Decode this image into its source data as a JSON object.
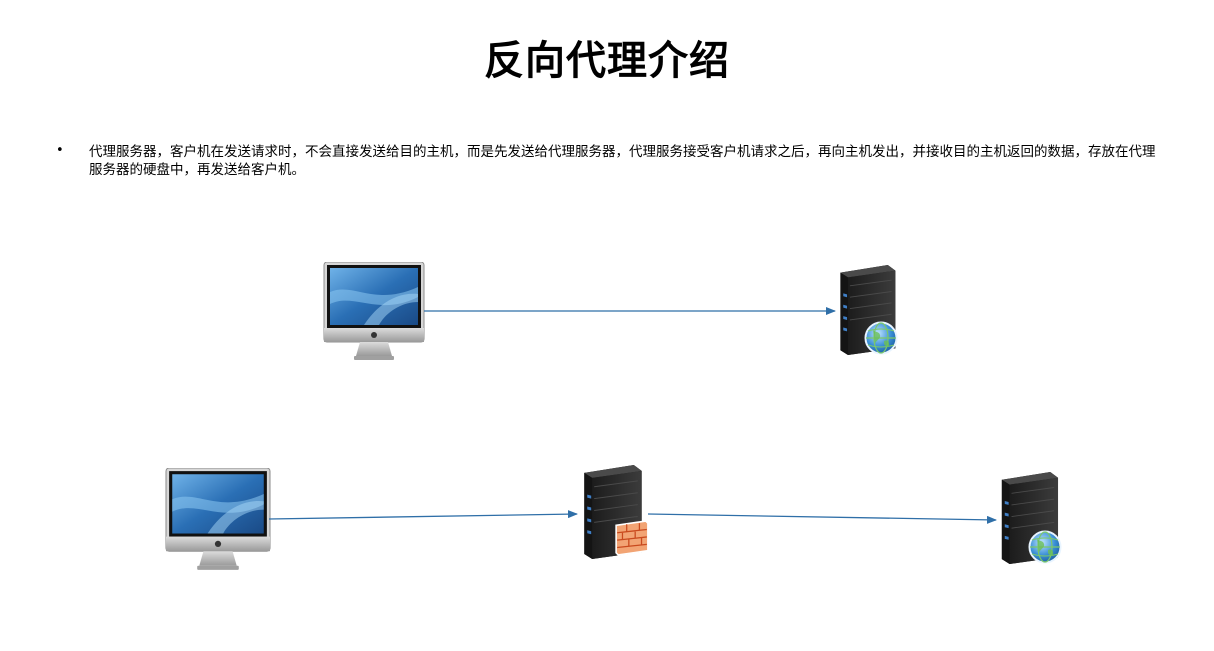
{
  "slide": {
    "title": "反向代理介绍",
    "bullet_marker": "•",
    "bullet_text": "代理服务器，客户机在发送请求时，不会直接发送给目的主机，而是先发送给代理服务器，代理服务接受客户机请求之后，再向主机发出，并接收目的主机返回的数据，存放在代理服务器的硬盘中，再发送给客户机。"
  },
  "diagram": {
    "nodes": [
      {
        "id": "client-top",
        "icon": "imac-computer-icon"
      },
      {
        "id": "server-top",
        "icon": "web-server-globe-icon"
      },
      {
        "id": "client-bottom",
        "icon": "imac-computer-icon"
      },
      {
        "id": "proxy-bottom",
        "icon": "server-firewall-icon"
      },
      {
        "id": "server-bottom",
        "icon": "web-server-globe-icon"
      }
    ],
    "edges": [
      {
        "from": "client-top",
        "to": "server-top"
      },
      {
        "from": "client-bottom",
        "to": "proxy-bottom"
      },
      {
        "from": "proxy-bottom",
        "to": "server-bottom"
      }
    ],
    "colors": {
      "arrow": "#2f6fa8",
      "server_body": "#2b2b2b",
      "screen": "#2a6fb5",
      "firewall": "#e8692e",
      "globe": "#3a8fd6"
    }
  }
}
